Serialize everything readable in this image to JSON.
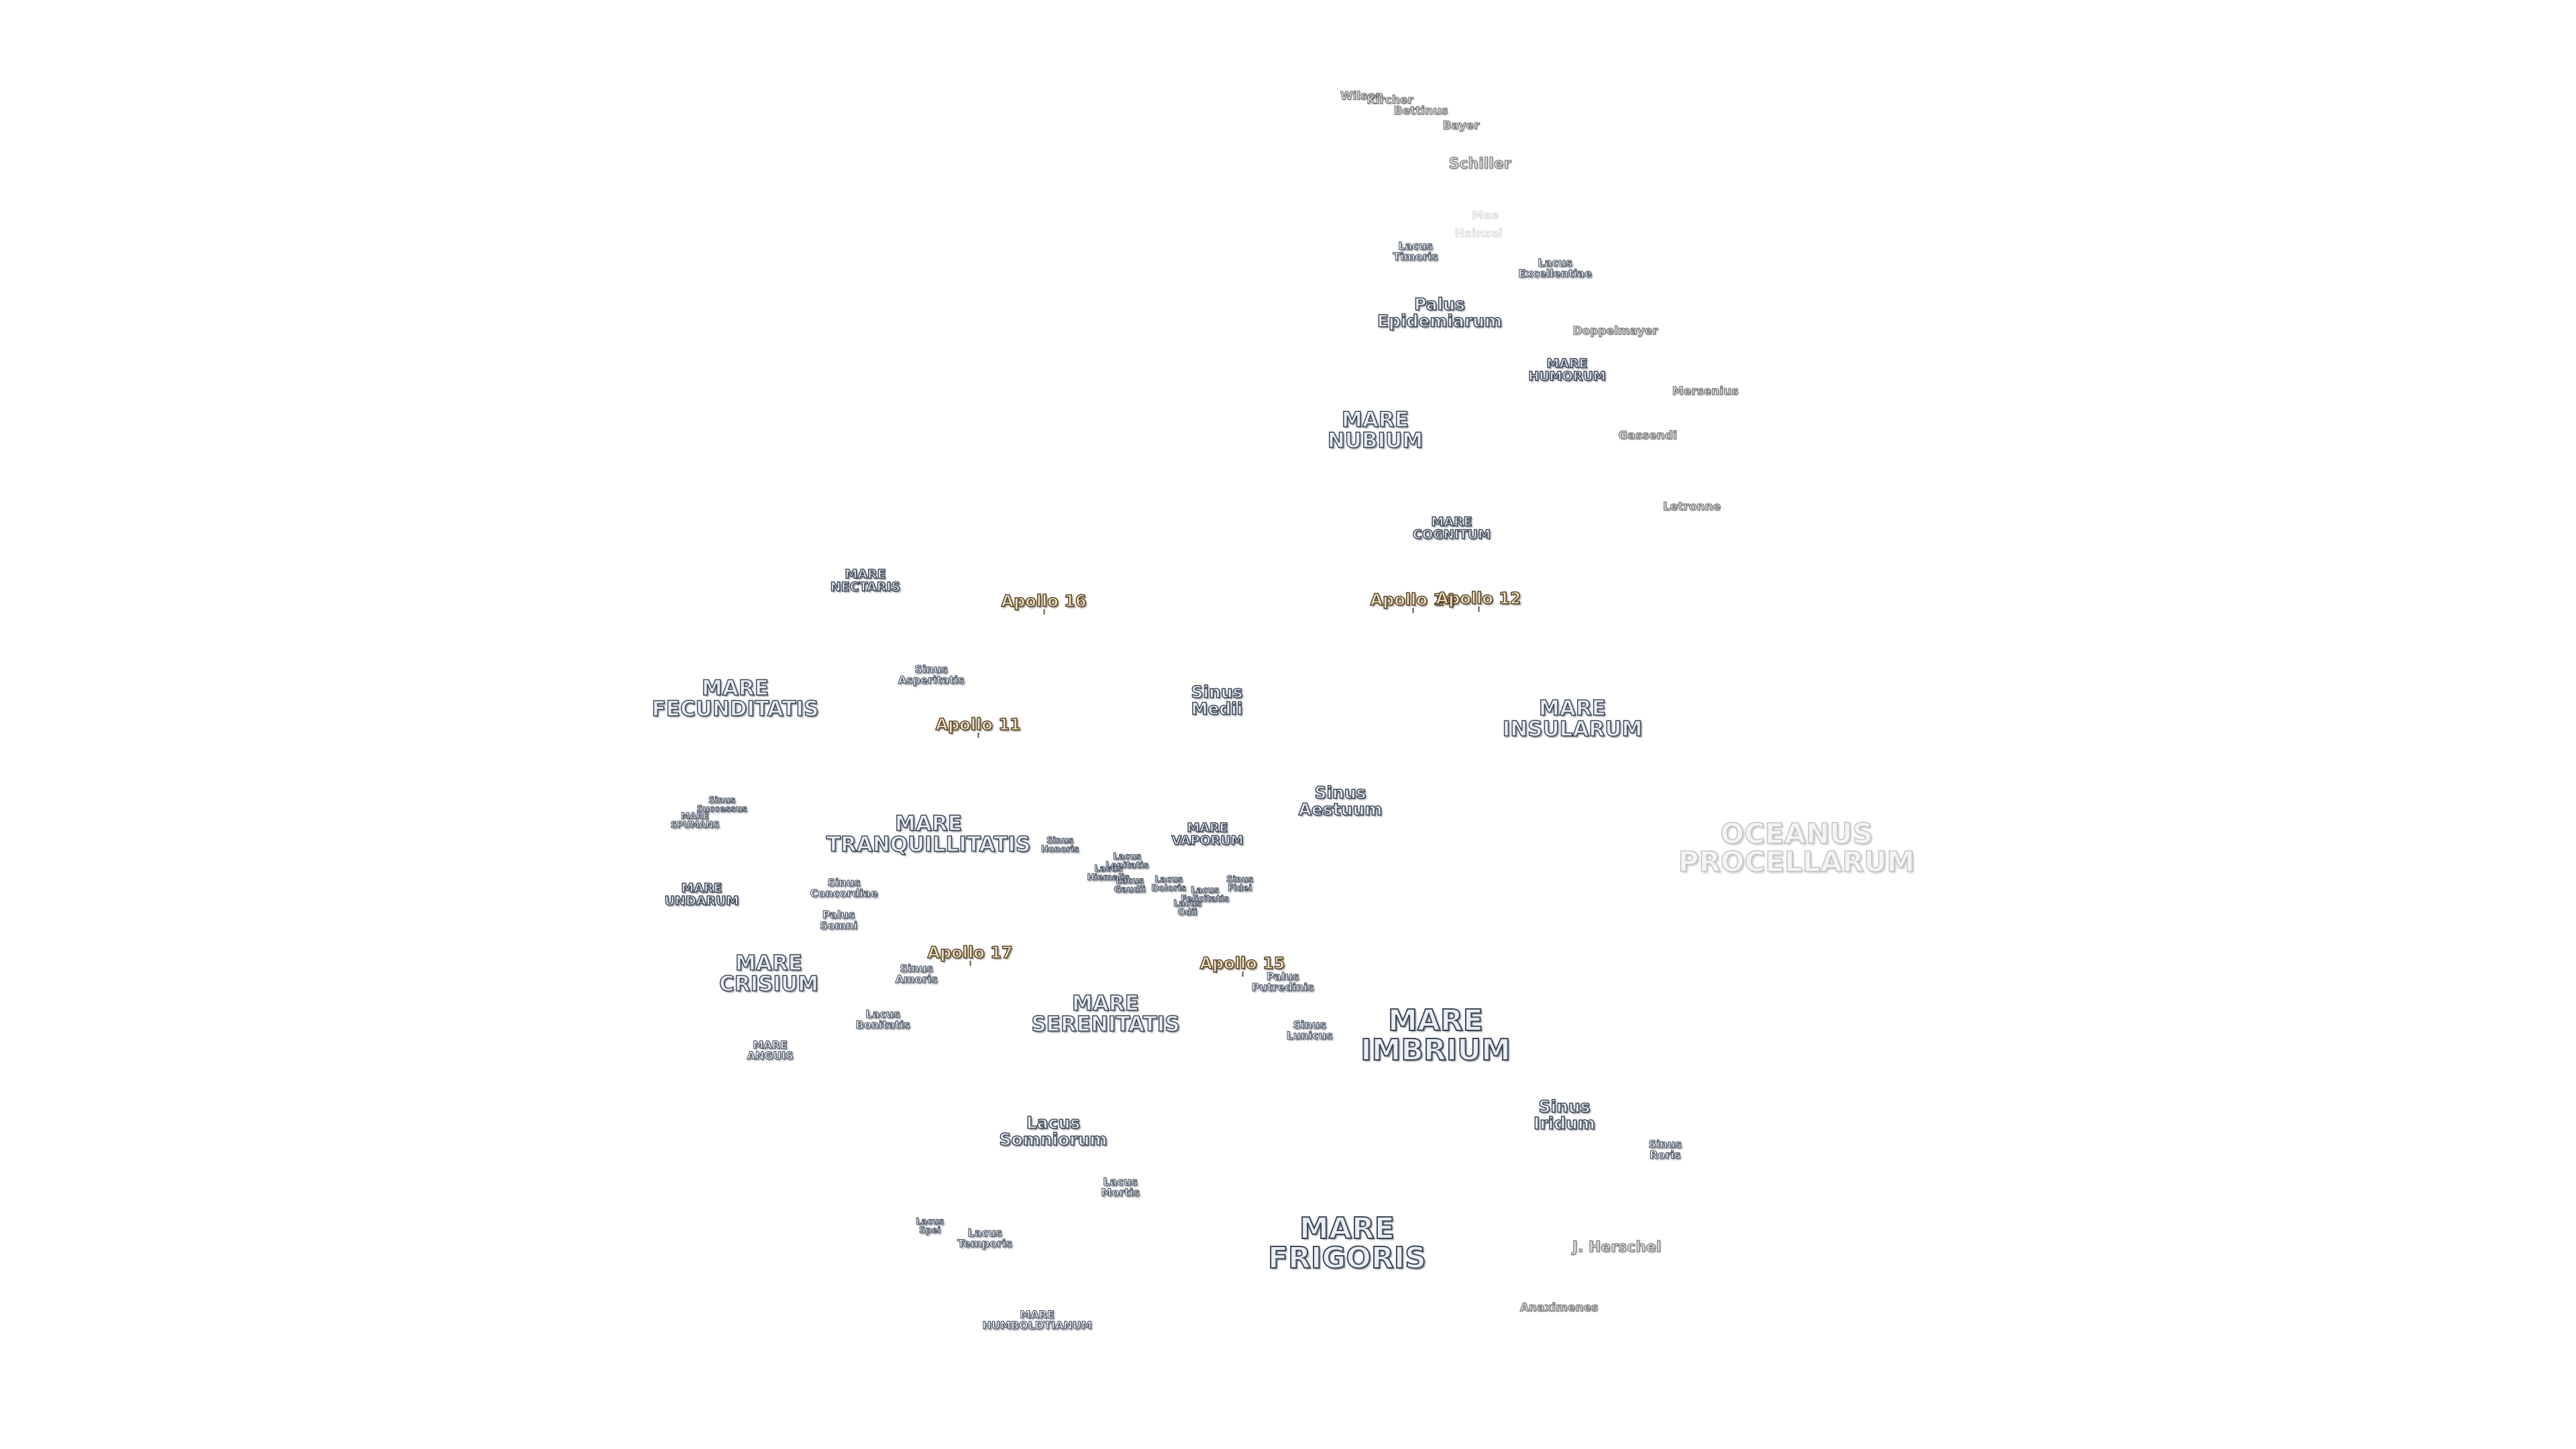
{
  "labels": {
    "wilson": "Wilson",
    "kircher": "Kircher",
    "bettinus": "Bettinus",
    "bayer": "Bayer",
    "schiller": "Schiller",
    "mee": "Mee",
    "hainzel": "Hainzel",
    "lacus_timoris": [
      "Lacus",
      "Timoris"
    ],
    "lacus_excellentiae": [
      "Lacus",
      "Excellentiae"
    ],
    "palus_epidemiarum": [
      "Palus",
      "Epidemiarum"
    ],
    "doppelmayer": "Doppelmayer",
    "mare_humorum": [
      "MARE",
      "HUMORUM"
    ],
    "mersenius": "Mersenius",
    "mare_nubium": [
      "MARE",
      "NUBIUM"
    ],
    "gassendi": "Gassendi",
    "letronne": "Letronne",
    "mare_cognitum": [
      "MARE",
      "COGNITUM"
    ],
    "mare_nectaris": [
      "MARE",
      "NECTARIS"
    ],
    "apollo_16": "Apollo 16",
    "apollo_14": "Apollo 14",
    "apollo_12": "Apollo 12",
    "sinus_asperitatis": [
      "Sinus",
      "Asperitatis"
    ],
    "mare_fecunditatis": [
      "MARE",
      "FECUNDITATIS"
    ],
    "sinus_medii": [
      "Sinus",
      "Medii"
    ],
    "apollo_11": "Apollo 11",
    "mare_insularum": [
      "MARE",
      "INSULARUM"
    ],
    "sinus_aestuum": [
      "Sinus",
      "Aestuum"
    ],
    "oceanus_procellarum": [
      "OCEANUS",
      "PROCELLARUM"
    ],
    "sinus_successus": [
      "Sinus",
      "Successus"
    ],
    "mare_spumans": [
      "MARE",
      "SPUMANS"
    ],
    "mare_tranquillitatis": [
      "MARE",
      "TRANQUILLITATIS"
    ],
    "sinus_honoris": [
      "Sinus",
      "Honoris"
    ],
    "mare_vaporum": [
      "MARE",
      "VAPORUM"
    ],
    "lacus_lenitatis": [
      "Lacus",
      "Lenitatis"
    ],
    "lacus_hiemalis": [
      "Lacus",
      "Hiemalis"
    ],
    "lacus_gaudii": [
      "Lacus",
      "Gaudii"
    ],
    "lacus_doloris": [
      "Lacus",
      "Doloris"
    ],
    "lacus_felicitatis": [
      "Lacus",
      "Felicitatis"
    ],
    "lacus_odii": [
      "Lacus",
      "Odii"
    ],
    "sinus_fidei": [
      "Sinus",
      "Fidei"
    ],
    "mare_undarum": [
      "MARE",
      "UNDARUM"
    ],
    "sinus_concordiae": [
      "Sinus",
      "Concordiae"
    ],
    "palus_somni": [
      "Palus",
      "Somni"
    ],
    "apollo_17": "Apollo 17",
    "apollo_15": "Apollo 15",
    "mare_crisium": [
      "MARE",
      "CRISIUM"
    ],
    "sinus_amoris": [
      "Sinus",
      "Amoris"
    ],
    "palus_putredinis": [
      "Palus",
      "Putredinis"
    ],
    "mare_serenitatis": [
      "MARE",
      "SERENITATIS"
    ],
    "lacus_bonitatis": [
      "Lacus",
      "Bonitatis"
    ],
    "sinus_lunicus": [
      "Sinus",
      "Lunicus"
    ],
    "mare_imbrium": [
      "MARE",
      "IMBRIUM"
    ],
    "mare_anguis": [
      "MARE",
      "ANGUIS"
    ],
    "sinus_iridum": [
      "Sinus",
      "Iridum"
    ],
    "sinus_roris": [
      "Sinus",
      "Roris"
    ],
    "lacus_somniorum": [
      "Lacus",
      "Somniorum"
    ],
    "lacus_mortis": [
      "Lacus",
      "Mortis"
    ],
    "lacus_spei": [
      "Lacus",
      "Spei"
    ],
    "lacus_temporis": [
      "Lacus",
      "Temporis"
    ],
    "mare_frigoris": [
      "MARE",
      "FRIGORIS"
    ],
    "j_herschel": "J. Herschel",
    "mare_humboldtianum": [
      "MARE",
      "HUMBOLDTIANUM"
    ],
    "anaximenes": "Anaximenes"
  },
  "colors": {
    "background": "#ffffff",
    "label_fill": "#e8eef5",
    "label_outline": "#3d4756",
    "apollo_fill": "#f3e3bf",
    "apollo_outline": "#57432a",
    "crater_fill": "#d8d8d8"
  }
}
